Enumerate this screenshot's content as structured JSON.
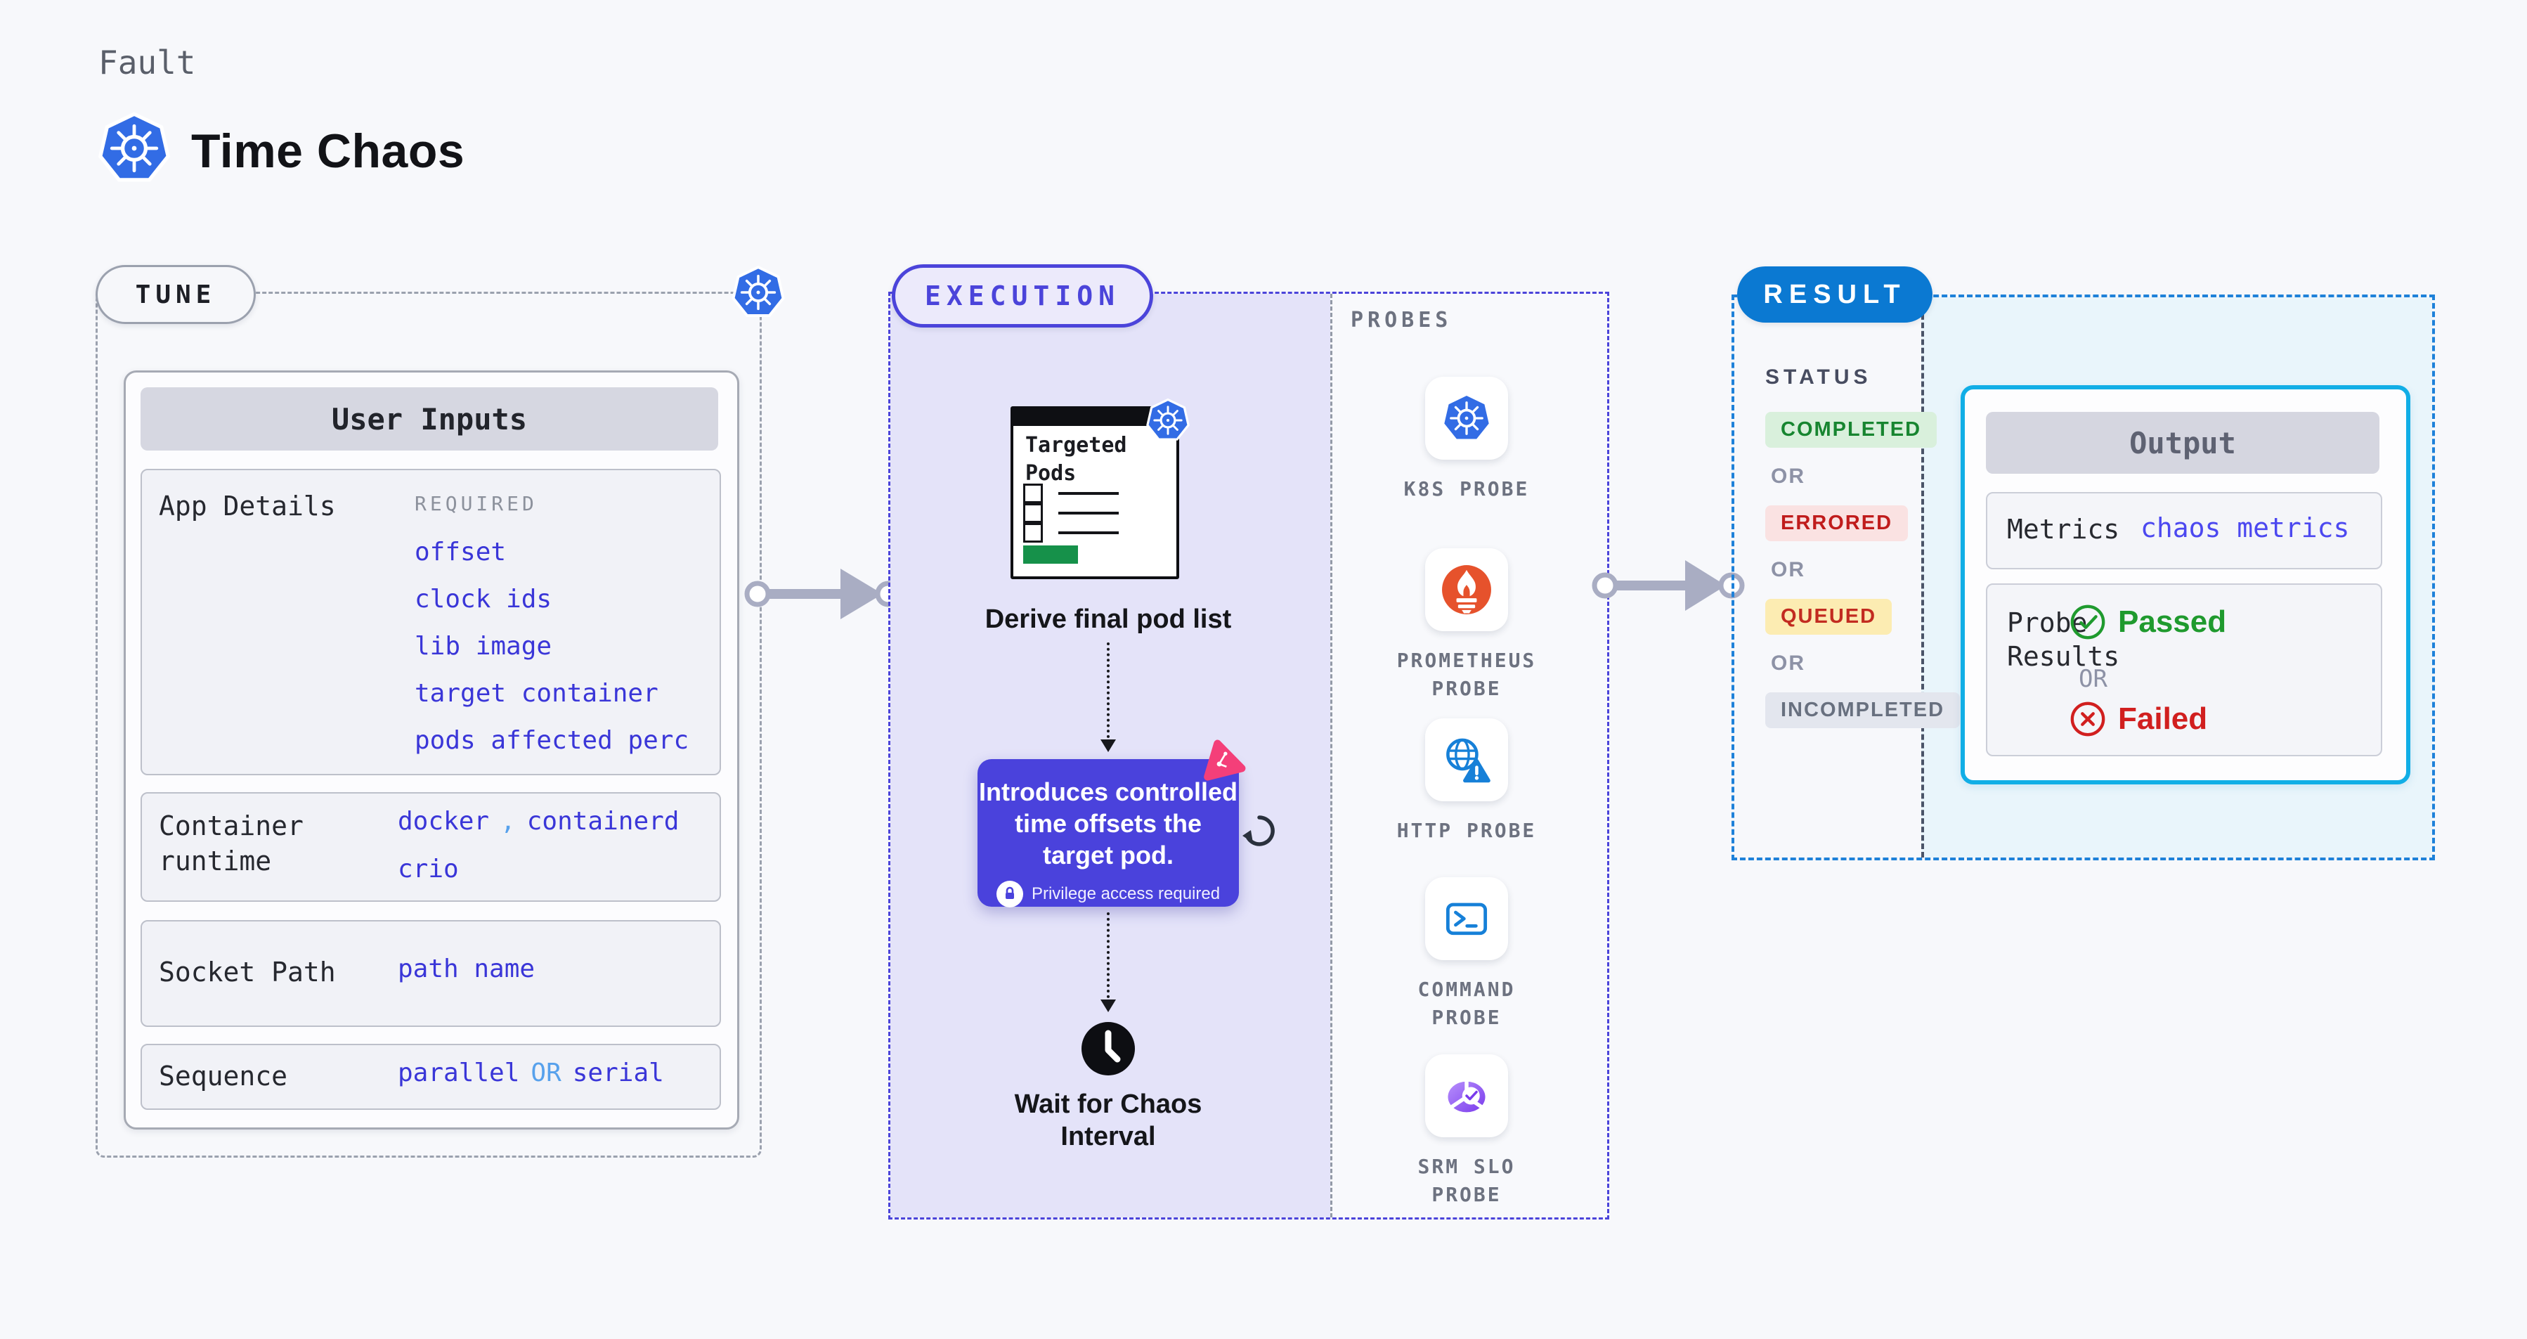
{
  "page": {
    "background": "#f7f8fb"
  },
  "header": {
    "eyebrow": "Fault",
    "title": "Time Chaos",
    "logo_icon": "kubernetes-icon"
  },
  "tune": {
    "badge": "TUNE",
    "corner_icon": "kubernetes-icon",
    "user_inputs_title": "User Inputs",
    "app_details": {
      "label": "App Details",
      "required_label": "REQUIRED",
      "links": [
        "offset",
        "clock ids",
        "lib image",
        "target container",
        "pods affected perc"
      ]
    },
    "container_runtime": {
      "label": "Container runtime",
      "value_a": "docker",
      "separator": ",",
      "value_b": "containerd",
      "value_c": "crio"
    },
    "socket_path": {
      "label": "Socket Path",
      "value": "path name"
    },
    "sequence": {
      "label": "Sequence",
      "value_a": "parallel",
      "or": "OR",
      "value_b": "serial"
    }
  },
  "execution": {
    "badge": "EXECUTION",
    "targeted_pods_title": "Targeted Pods",
    "targeted_pods_icon": "kubernetes-icon",
    "derive_label": "Derive final pod list",
    "tooltip": {
      "lines": [
        "Introduces controlled",
        "time offsets the",
        "target pod."
      ],
      "lock_icon": "lock-icon",
      "privilege": "Privilege access required",
      "corner_icon": "chaos-dart-icon",
      "side_icon": "refresh-icon"
    },
    "wait_icon": "clock-icon",
    "wait_lines": [
      "Wait for Chaos",
      "Interval"
    ]
  },
  "probes": {
    "title": "PROBES",
    "items": [
      {
        "label": "K8S PROBE",
        "icon": "kubernetes-icon"
      },
      {
        "label": "PROMETHEUS PROBE",
        "icon": "prometheus-icon"
      },
      {
        "label": "HTTP PROBE",
        "icon": "globe-warning-icon"
      },
      {
        "label": "COMMAND PROBE",
        "icon": "terminal-icon"
      },
      {
        "label": "SRM SLO PROBE",
        "icon": "slo-donut-icon"
      }
    ]
  },
  "result": {
    "badge": "RESULT",
    "status_label": "STATUS",
    "statuses": [
      {
        "label": "COMPLETED",
        "type": "completed"
      },
      {
        "label": "OR",
        "type": "or"
      },
      {
        "label": "ERRORED",
        "type": "errored"
      },
      {
        "label": "OR",
        "type": "or"
      },
      {
        "label": "QUEUED",
        "type": "queued"
      },
      {
        "label": "OR",
        "type": "or"
      },
      {
        "label": "INCOMPLETED",
        "type": "incompleted"
      }
    ],
    "output": {
      "title": "Output",
      "metrics_label": "Metrics",
      "metrics_value": "chaos metrics",
      "probe_results_label": "Probe Results",
      "passed_label": "Passed",
      "passed_icon": "check-circle-icon",
      "or_label": "OR",
      "failed_label": "Failed",
      "failed_icon": "x-circle-icon"
    }
  },
  "colors": {
    "kubernetes_blue": "#326ce5",
    "indigo_accent": "#4a42dc",
    "link_blue": "#3a36d8",
    "separator_blue": "#57a1ec",
    "result_blue": "#0b79d2",
    "output_border_cyan": "#11aee6",
    "passed_green": "#1f9a2e",
    "failed_red": "#d11f1f",
    "completed_green_bg": "#d9f0dc",
    "errored_red_bg": "#fae2e2",
    "queued_yellow_bg": "#fcecb2",
    "prometheus_orange": "#e6522c",
    "http_blue": "#1680d8",
    "srm_purple": "#7a3bec",
    "chaos_pink": "#f43f79",
    "arrow_gray": "#a9adc3",
    "lavender_bg": "#e4e3f9",
    "result_cyan_bg": "#e9f5fb"
  }
}
